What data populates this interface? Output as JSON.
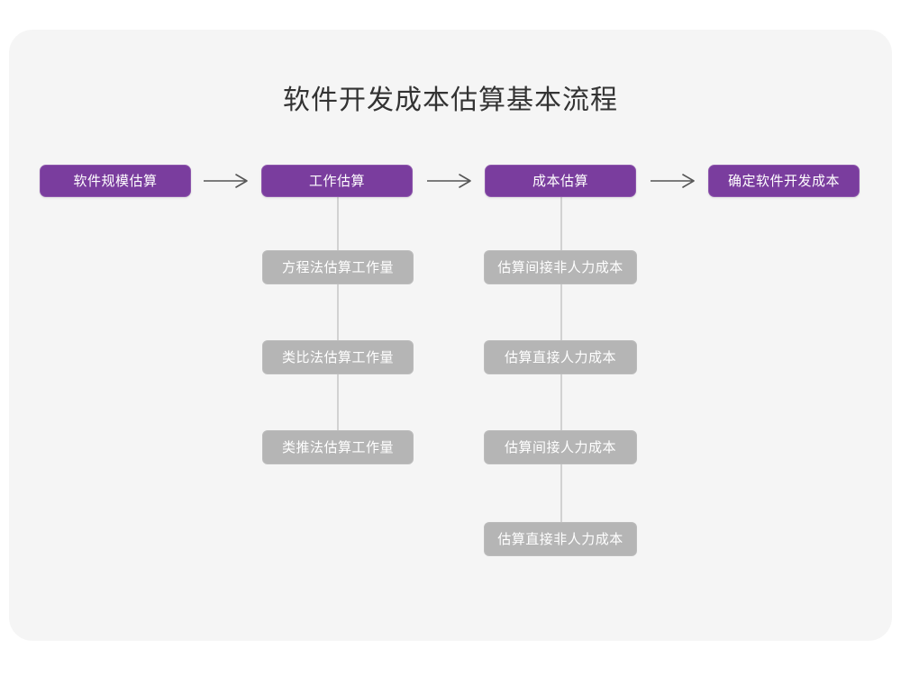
{
  "page": {
    "title": "软件开发成本估算基本流程",
    "background_color": "#ffffff",
    "card_color": "#f5f5f5"
  },
  "theme": {
    "primary_color": "#7a3d9e",
    "secondary_color": "#b5b5b5",
    "title_color": "#333333",
    "connector_color": "#d2d2d2",
    "arrow_color": "#555555",
    "node_text_color": "#ffffff"
  },
  "flow": {
    "main_steps": [
      {
        "id": "step-1",
        "label": "软件规模估算"
      },
      {
        "id": "step-2",
        "label": "工作估算"
      },
      {
        "id": "step-3",
        "label": "成本估算"
      },
      {
        "id": "step-4",
        "label": "确定软件开发成本"
      }
    ],
    "arrows": [
      {
        "id": "arrow-1",
        "from": "step-1",
        "to": "step-2",
        "glyph": "→"
      },
      {
        "id": "arrow-2",
        "from": "step-2",
        "to": "step-3",
        "glyph": "→"
      },
      {
        "id": "arrow-3",
        "from": "step-3",
        "to": "step-4",
        "glyph": "→"
      }
    ],
    "branches": [
      {
        "parent": "step-2",
        "items": [
          {
            "id": "work-1",
            "label": "方程法估算工作量"
          },
          {
            "id": "work-2",
            "label": "类比法估算工作量"
          },
          {
            "id": "work-3",
            "label": "类推法估算工作量"
          }
        ]
      },
      {
        "parent": "step-3",
        "items": [
          {
            "id": "cost-1",
            "label": "估算间接非人力成本"
          },
          {
            "id": "cost-2",
            "label": "估算直接人力成本"
          },
          {
            "id": "cost-3",
            "label": "估算间接人力成本"
          },
          {
            "id": "cost-4",
            "label": "估算直接非人力成本"
          }
        ]
      }
    ]
  }
}
